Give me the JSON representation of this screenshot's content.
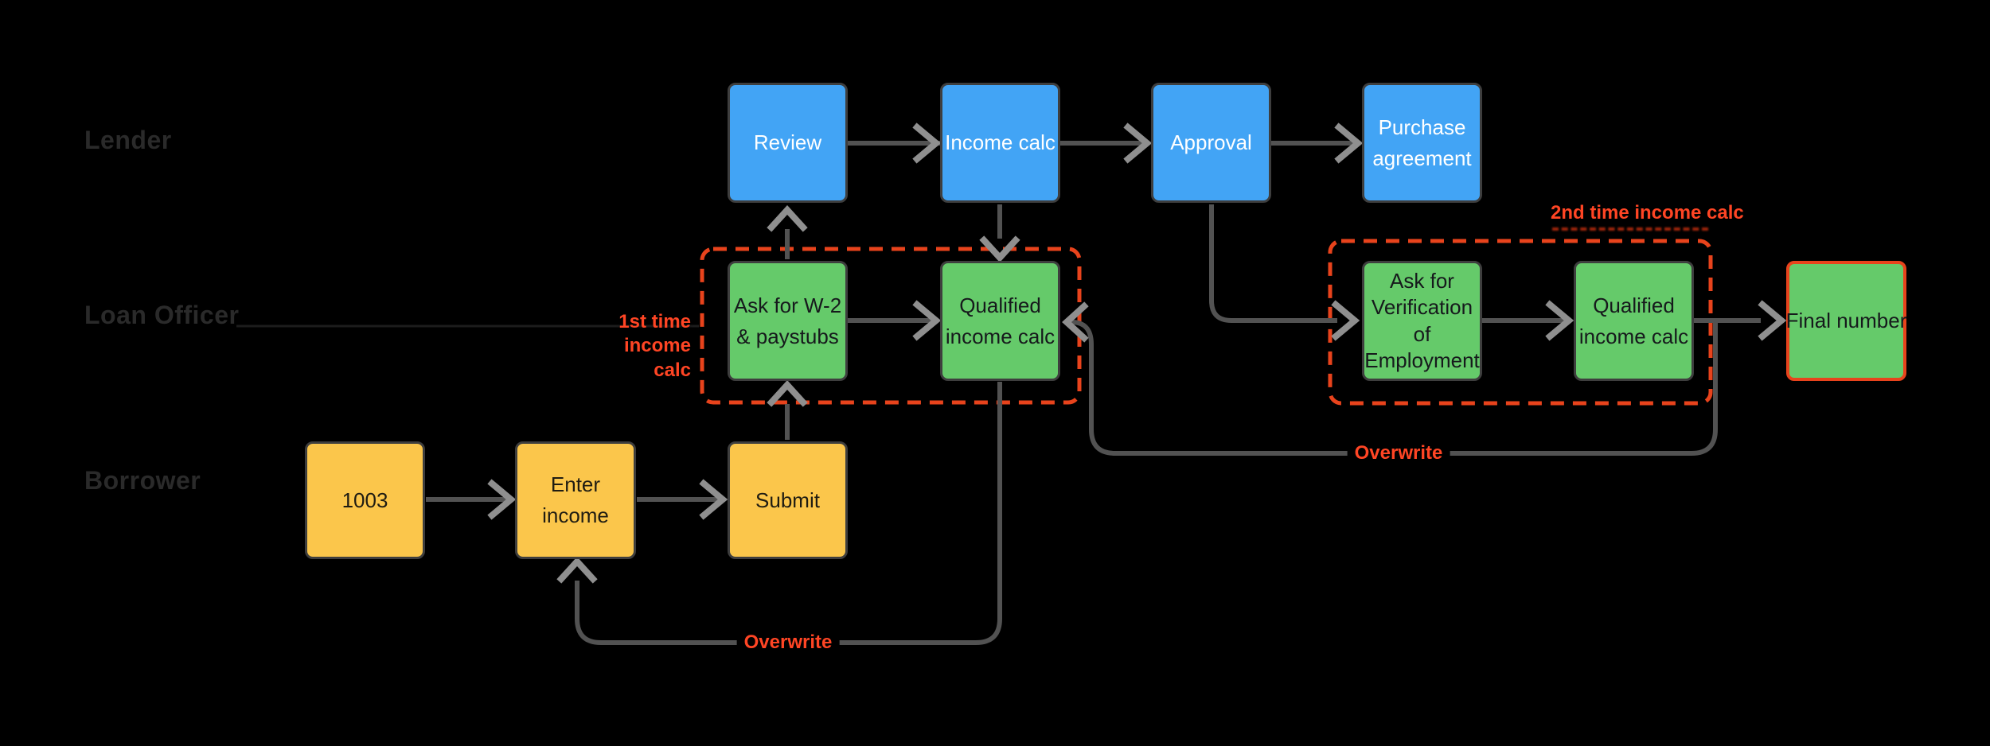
{
  "app": {
    "type": "flowchart-canvas",
    "background": "#000000"
  },
  "lanes": [
    {
      "id": "lender",
      "label": "Lender"
    },
    {
      "id": "loan_officer",
      "label": "Loan Officer"
    },
    {
      "id": "borrower",
      "label": "Borrower"
    }
  ],
  "nodes": {
    "review": {
      "lane": "Lender",
      "label": "Review"
    },
    "income_calc": {
      "lane": "Lender",
      "label": "Income calc"
    },
    "approval": {
      "lane": "Lender",
      "label": "Approval"
    },
    "purchase_agreement": {
      "lane": "Lender",
      "label": "Purchase\nagreement"
    },
    "ask_w2": {
      "lane": "Loan Officer",
      "label": "Ask for W-2\n& paystubs"
    },
    "qualified_income_calc_1": {
      "lane": "Loan Officer",
      "label": "Qualified\nincome calc"
    },
    "ask_voe": {
      "lane": "Loan Officer",
      "label": "Ask for\nVerification\nof\nEmployment"
    },
    "qualified_income_calc_2": {
      "lane": "Loan Officer",
      "label": "Qualified\nincome calc"
    },
    "final_number": {
      "lane": "Loan Officer",
      "label": "Final number"
    },
    "form_1003": {
      "lane": "Borrower",
      "label": "1003"
    },
    "enter_income": {
      "lane": "Borrower",
      "label": "Enter\nincome"
    },
    "submit": {
      "lane": "Borrower",
      "label": "Submit"
    }
  },
  "annotations": {
    "first_calc_group_label": "1st time\nincome\ncalc",
    "second_calc_group_label": "2nd time income calc",
    "overwrite_bottom_label": "Overwrite",
    "overwrite_right_label": "Overwrite"
  },
  "palette": {
    "lender_node_fill": "#42a4f5",
    "loan_officer_node_fill": "#65ca6a",
    "borrower_node_fill": "#fbc64b",
    "final_number_border": "#e8431c",
    "group_outline": "#e8431c",
    "annotation_text": "#ff4524",
    "connector_line": "#525252",
    "arrowhead": "#8f8f8f",
    "lane_label_text": "#2a2a2a",
    "node_text_dark": "#16191c",
    "node_text_light": "#ffffff"
  }
}
